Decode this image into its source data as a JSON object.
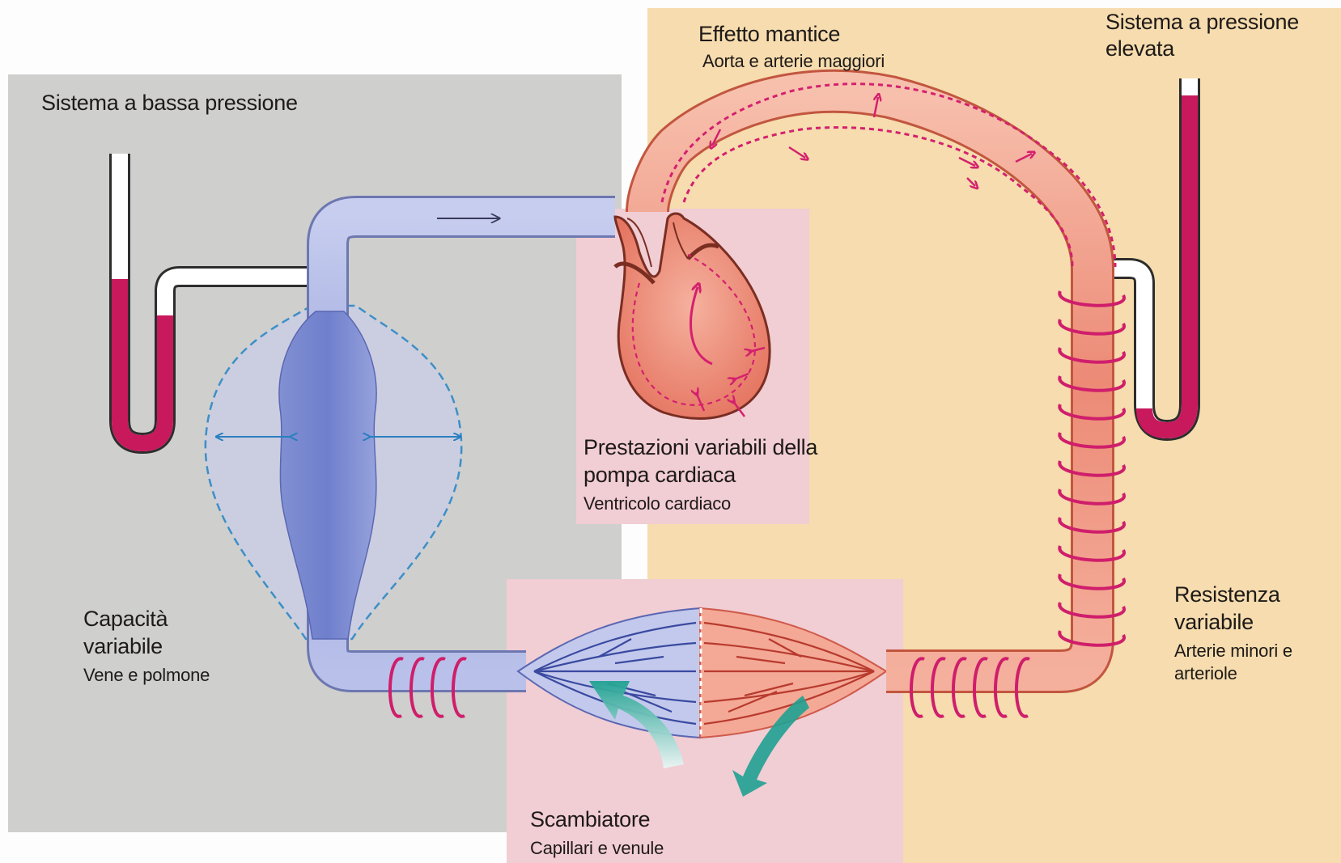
{
  "low_pressure": {
    "title": "Sistema a bassa pressione"
  },
  "high_pressure": {
    "title_line1": "Sistema a pressione",
    "title_line2": "elevata"
  },
  "bellows": {
    "title": "Effetto mantice",
    "subtitle": "Aorta e arterie maggiori"
  },
  "pump": {
    "title_line1": "Prestazioni variabili della",
    "title_line2": "pompa cardiaca",
    "subtitle": "Ventricolo cardiaco"
  },
  "capacity": {
    "title_line1": "Capacità",
    "title_line2": "variabile",
    "subtitle": "Vene e polmone"
  },
  "resistance": {
    "title_line1": "Resistenza",
    "title_line2": "variabile",
    "subtitle_line1": "Arterie minori e",
    "subtitle_line2": "arteriole"
  },
  "exchanger": {
    "title": "Scambiatore",
    "subtitle": "Capillari e venule"
  },
  "colors": {
    "low_pressure_bg": "#cfcfce",
    "high_pressure_bg": "#f6dcae",
    "pink_panel": "#f1cdd4",
    "vein": "#a9b3e2",
    "artery": "#ee8f7c",
    "manometer_fluid": "#c8195c",
    "coil": "#cf1e6b",
    "dashed_blue": "#3d8fc7",
    "dashed_magenta": "#d4206e",
    "exchange_arrow": "#2aa89a"
  }
}
